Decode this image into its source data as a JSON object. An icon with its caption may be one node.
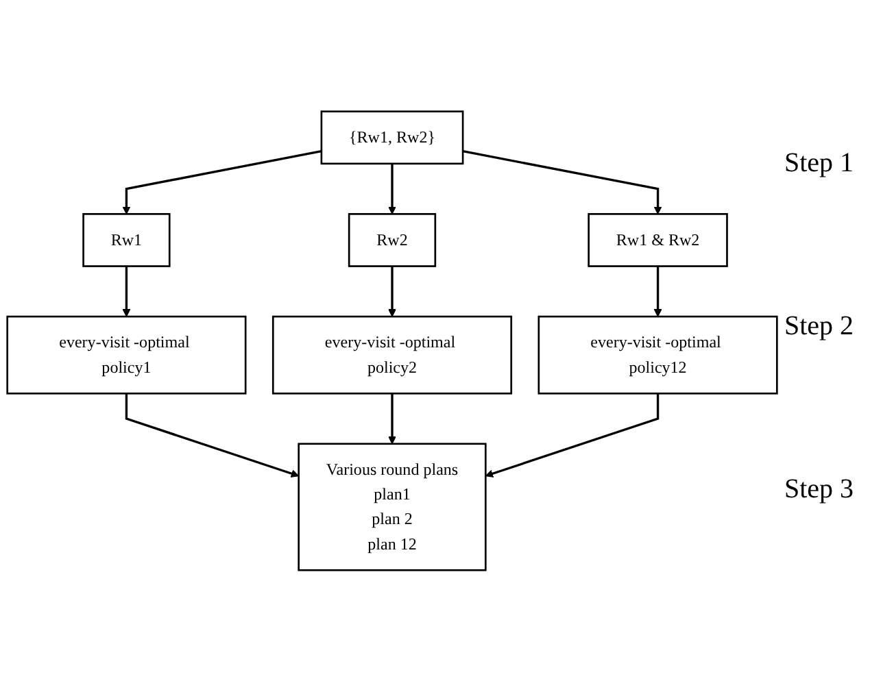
{
  "diagram": {
    "nodes": [
      {
        "text": [
          "{Rw1, Rw2}"
        ]
      },
      {
        "text": [
          "Rw1"
        ]
      },
      {
        "text": [
          "Rw2"
        ]
      },
      {
        "text": [
          "Rw1 & Rw2"
        ]
      },
      {
        "text": [
          "every-visit -optimal policy1"
        ]
      },
      {
        "text": [
          "every-visit -optimal policy2"
        ]
      },
      {
        "text": [
          "every-visit -optimal policy12"
        ]
      },
      {
        "text": [
          "Various round plans",
          "plan1",
          "plan 2",
          "plan 12"
        ]
      }
    ],
    "edges": [
      {
        "from": 0,
        "to": 1,
        "arrow": "to"
      },
      {
        "from": 0,
        "to": 2,
        "arrow": "to"
      },
      {
        "from": 0,
        "to": 3,
        "arrow": "to"
      },
      {
        "from": 1,
        "to": 4,
        "arrow": "to"
      },
      {
        "from": 2,
        "to": 5,
        "arrow": "to"
      },
      {
        "from": 3,
        "to": 6,
        "arrow": "to"
      },
      {
        "from": 4,
        "to": 7,
        "arrow": "to"
      },
      {
        "from": 5,
        "to": 7,
        "arrow": "to"
      },
      {
        "from": 6,
        "to": 7,
        "arrow": "to"
      }
    ],
    "labels": [
      "Step 1",
      "Step 2",
      "Step 3"
    ]
  }
}
